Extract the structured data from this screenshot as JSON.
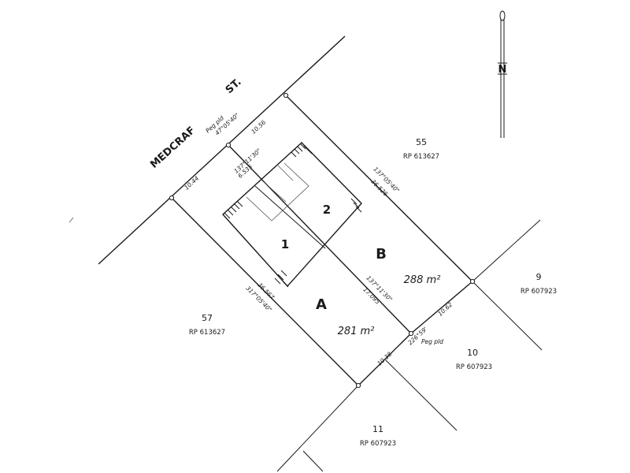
{
  "street": {
    "name": "MEDCRAF",
    "suffix": "ST."
  },
  "north": {
    "label": "N"
  },
  "lots": {
    "a": {
      "letter": "A",
      "area": "281 m²"
    },
    "b": {
      "letter": "B",
      "area": "288 m²"
    }
  },
  "buildings": {
    "b1": "1",
    "b2": "2"
  },
  "neighbours": {
    "lot55": {
      "number": "55",
      "plan": "RP 613627"
    },
    "lot57": {
      "number": "57",
      "plan": "RP 613627"
    },
    "lot9": {
      "number": "9",
      "plan": "RP 607923"
    },
    "lot10": {
      "number": "10",
      "plan": "RP 607923"
    },
    "lot11": {
      "number": "11",
      "plan": "RP 607923"
    }
  },
  "dimensions": {
    "front_bearing": "47°05'40\"",
    "front_b": "10.56",
    "front_a": "10.44",
    "peg_front": "Peg pld",
    "inner_bearing": "137°11'30\"",
    "inner_front_dist": "6.535",
    "east_bearing": "137°05'40\"",
    "east_dist": "36.526",
    "west_dist": "36.567",
    "west_bearing": "317°05'40\"",
    "mid_bearing": "137°11'30\"",
    "mid_dist": "17.095",
    "rear_b": "10.62",
    "rear_bearing": "226°59'",
    "peg_rear": "Peg pld",
    "rear_a": "10.38"
  }
}
